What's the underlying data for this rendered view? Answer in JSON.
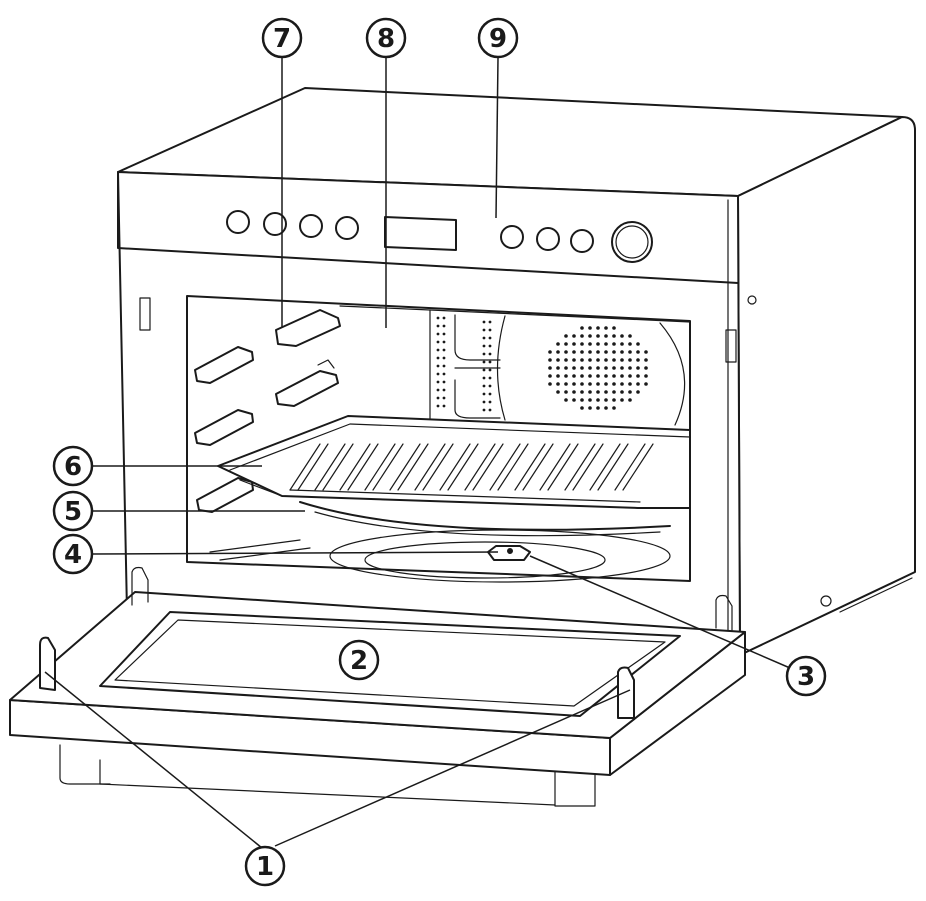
{
  "callouts": [
    {
      "id": "door-hooks",
      "label": "1"
    },
    {
      "id": "door-window",
      "label": "2"
    },
    {
      "id": "turntable-coupler",
      "label": "3"
    },
    {
      "id": "roller-ring",
      "label": "4"
    },
    {
      "id": "glass-tray",
      "label": "5"
    },
    {
      "id": "grill-rack",
      "label": "6"
    },
    {
      "id": "rack-rails",
      "label": "7"
    },
    {
      "id": "cavity-wall",
      "label": "8"
    },
    {
      "id": "control-panel",
      "label": "9"
    }
  ],
  "colors": {
    "line": "#1a1a1a",
    "background": "#ffffff"
  }
}
